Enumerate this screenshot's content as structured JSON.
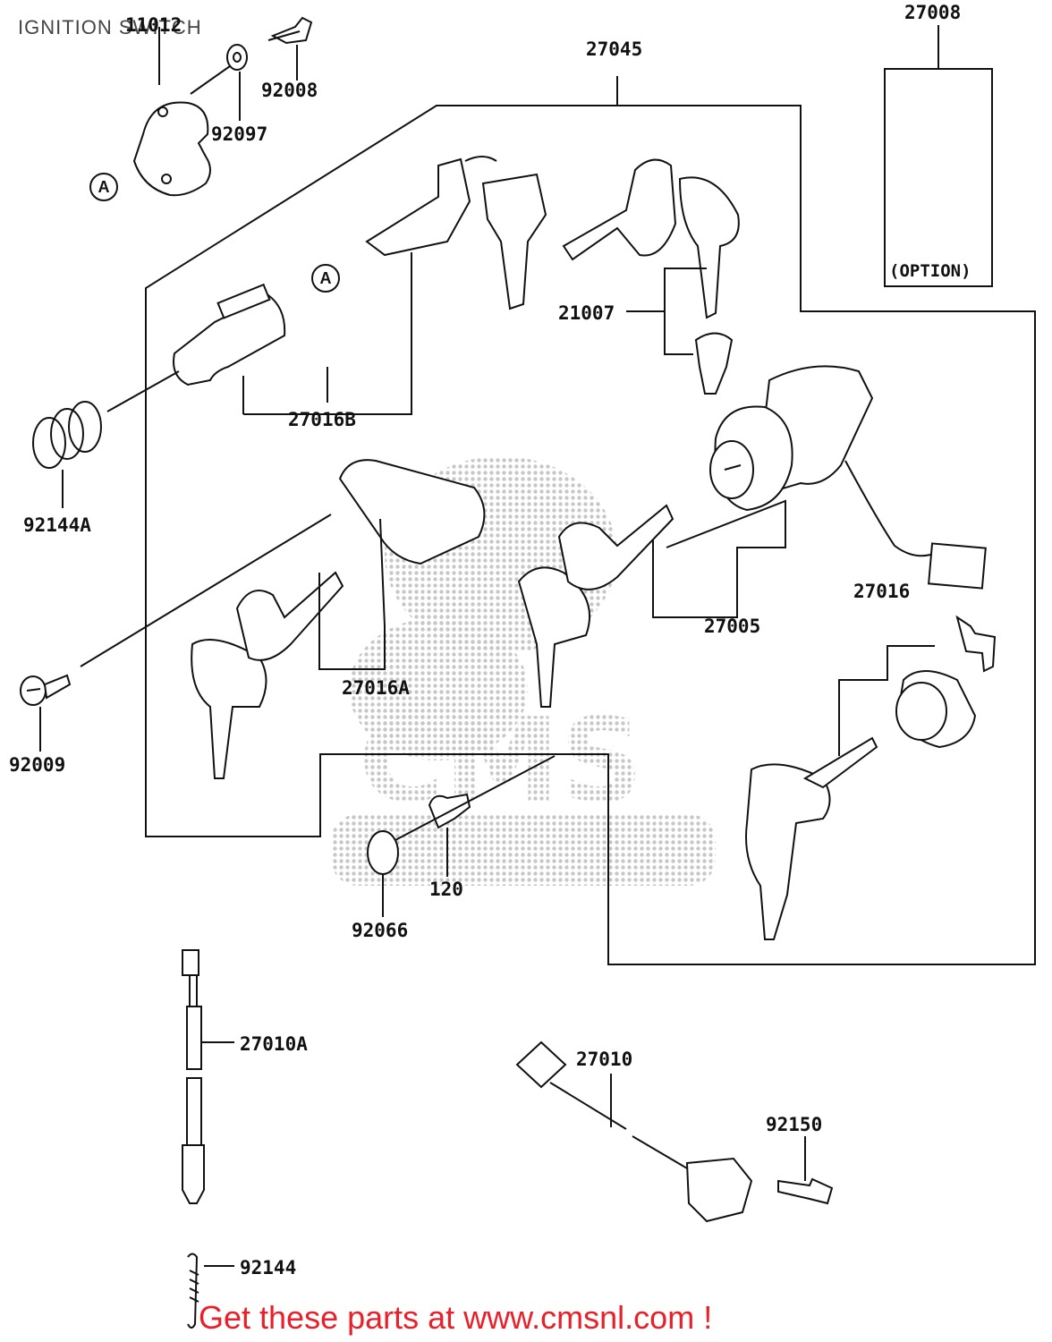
{
  "title": "IGNITION SWITCH",
  "banner": "Get these parts at www.cmsnl.com !",
  "watermark": "CMS",
  "option_text": "(OPTION)",
  "ref_marker": "A",
  "parts": {
    "p11012": "11012",
    "p92008": "92008",
    "p92097": "92097",
    "p27045": "27045",
    "p27008": "27008",
    "p21007": "21007",
    "p27016B": "27016B",
    "p92144A": "92144A",
    "p27005": "27005",
    "p27016": "27016",
    "p27016A": "27016A",
    "p92009": "92009",
    "p120": "120",
    "p92066": "92066",
    "p27010A": "27010A",
    "p27010": "27010",
    "p92150": "92150",
    "p92144": "92144"
  },
  "colors": {
    "banner": "#e8202a",
    "line": "#111111",
    "watermark": "#bdbdbd"
  }
}
